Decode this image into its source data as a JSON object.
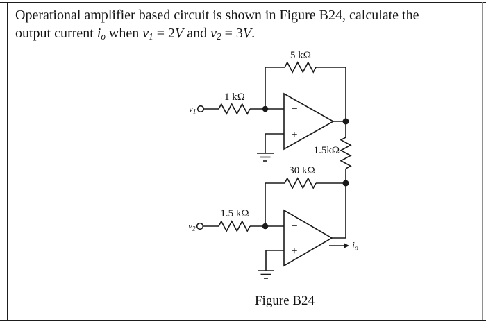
{
  "problem": {
    "line1": "Operational amplifier based circuit is shown in Figure B24, calculate the",
    "line2": {
      "t1": "output current ",
      "io_base": "i",
      "io_sub": "o",
      "t2": " when ",
      "v1_base": "v",
      "v1_sub": "1",
      "t3": " = 2",
      "V_a": "V",
      "t4": " and ",
      "v2_base": "v",
      "v2_sub": "2",
      "t5": " = 3",
      "V_b": "V",
      "t6": "."
    }
  },
  "circuit": {
    "resistors": {
      "feedback_top": "5 kΩ",
      "input_top": "1 kΩ",
      "middle": "1.5kΩ",
      "feedback_bottom": "30 kΩ",
      "input_bottom": "1.5 kΩ"
    },
    "opamp1": {
      "inverting_sign": "−",
      "noninverting_sign": "+"
    },
    "opamp2": {
      "inverting_sign": "−",
      "noninverting_sign": "+"
    },
    "source1": {
      "base": "v",
      "sub": "1"
    },
    "source2": {
      "base": "v",
      "sub": "2"
    },
    "output_current": {
      "base": "i",
      "sub": "o"
    },
    "caption": "Figure B24"
  },
  "colors": {
    "ink": "#1a1a1a",
    "right_border": "#8f8f8f"
  }
}
